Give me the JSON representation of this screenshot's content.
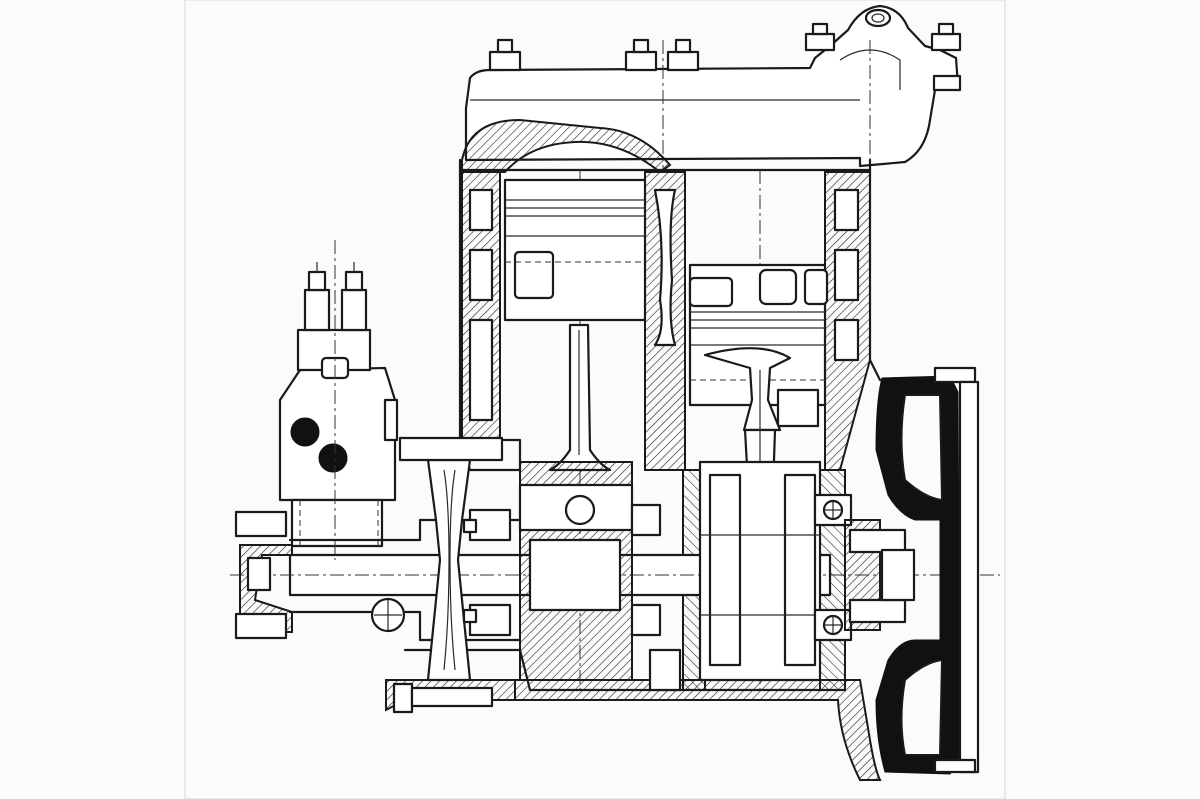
{
  "figure": {
    "kind": "engineering cross-section drawing",
    "annotation_text": ""
  },
  "colors": {
    "background": "#fbfbfb",
    "ink": "#1a1a1a",
    "hatch": "#2a2a2a"
  },
  "parts": [
    {
      "id": "cylinder-head-cover",
      "name": "cylinder-head-cover"
    },
    {
      "id": "cylinder-block",
      "name": "cylinder-block"
    },
    {
      "id": "piston-left",
      "name": "piston-left"
    },
    {
      "id": "piston-right",
      "name": "piston-right"
    },
    {
      "id": "connecting-rod-left",
      "name": "connecting-rod-left"
    },
    {
      "id": "connecting-rod-right",
      "name": "connecting-rod-right"
    },
    {
      "id": "crankshaft",
      "name": "crankshaft"
    },
    {
      "id": "crankcase",
      "name": "crankcase"
    },
    {
      "id": "flywheel",
      "name": "flywheel"
    },
    {
      "id": "injection-pump",
      "name": "injection-pump"
    },
    {
      "id": "drive-pulley",
      "name": "drive-pulley"
    }
  ]
}
